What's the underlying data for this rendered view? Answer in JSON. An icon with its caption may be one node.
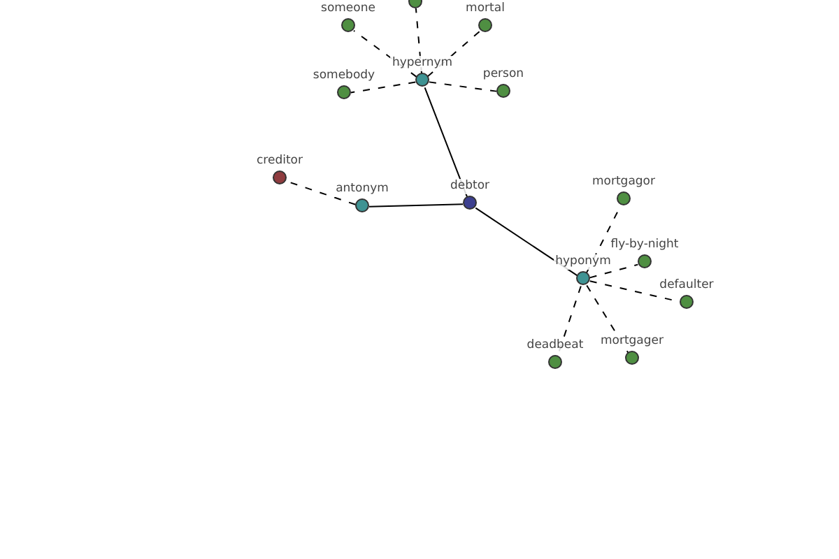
{
  "diagram": {
    "nodes": [
      {
        "text": [
          "someone"
        ]
      },
      {
        "text": [],
        "shape": "circle"
      },
      {
        "text": [
          "mortal"
        ]
      },
      {
        "text": [
          "hypernym"
        ]
      },
      {
        "text": [
          "somebody"
        ]
      },
      {
        "text": [
          "person"
        ]
      },
      {
        "text": [
          "creditor"
        ]
      },
      {
        "text": [
          "antonym"
        ]
      },
      {
        "text": [
          "debtor"
        ]
      },
      {
        "text": [
          "mortgagor"
        ]
      },
      {
        "text": [
          "fly-by-night"
        ]
      },
      {
        "text": [
          "hyponym"
        ]
      },
      {
        "text": [
          "defaulter"
        ]
      },
      {
        "text": [
          "deadbeat"
        ]
      },
      {
        "text": [
          "mortgager"
        ]
      }
    ],
    "edges": [
      {
        "from": 3,
        "to": 0,
        "arrow": "none",
        "style": "dashed"
      },
      {
        "from": 3,
        "to": 1,
        "arrow": "none",
        "style": "dashed"
      },
      {
        "from": 3,
        "to": 2,
        "arrow": "none",
        "style": "dashed"
      },
      {
        "from": 3,
        "to": 4,
        "arrow": "none",
        "style": "dashed"
      },
      {
        "from": 3,
        "to": 5,
        "arrow": "none",
        "style": "dashed"
      },
      {
        "from": 8,
        "to": 3,
        "arrow": "none"
      },
      {
        "from": 8,
        "to": 7,
        "arrow": "none"
      },
      {
        "from": 7,
        "to": 6,
        "arrow": "none",
        "style": "dashed"
      },
      {
        "from": 8,
        "to": 11,
        "arrow": "none"
      },
      {
        "from": 11,
        "to": 9,
        "arrow": "none",
        "style": "dashed"
      },
      {
        "from": 11,
        "to": 10,
        "arrow": "none",
        "style": "dashed"
      },
      {
        "from": 11,
        "to": 12,
        "arrow": "none",
        "style": "dashed"
      },
      {
        "from": 11,
        "to": 13,
        "arrow": "none",
        "style": "dashed"
      },
      {
        "from": 11,
        "to": 14,
        "arrow": "none",
        "style": "dashed"
      }
    ]
  }
}
